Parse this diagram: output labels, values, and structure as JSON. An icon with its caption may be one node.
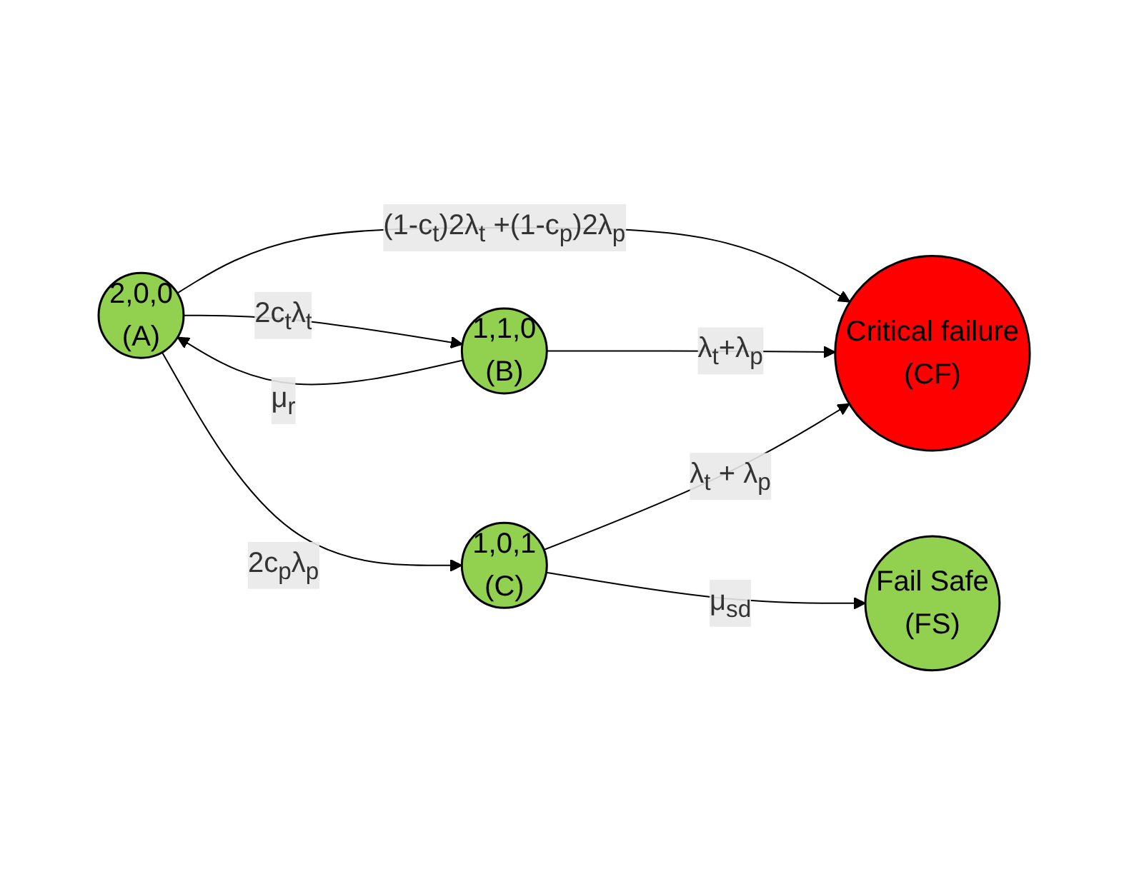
{
  "diagram": {
    "nodes": [
      {
        "text": [
          "2,0,0",
          "(A)"
        ]
      },
      {
        "text": [
          "1,1,0",
          "(B)"
        ]
      },
      {
        "text": [
          "Critical failure",
          "(CF)"
        ]
      },
      {
        "text": [
          "1,0,1",
          "(C)"
        ]
      },
      {
        "text": [
          "Fail Safe",
          "(FS)"
        ]
      }
    ],
    "edges": [
      {
        "from": 0,
        "to": 2,
        "arrow": "to",
        "label": "(1-c$_{t}$)2λ$_{t}$ +(1-c$_{p}$)2λ$_{p}$"
      },
      {
        "from": 0,
        "to": 1,
        "arrow": "to",
        "label": "2c$_{t}$λ$_{t}$"
      },
      {
        "from": 1,
        "to": 0,
        "arrow": "to",
        "label": "μ$_{r}$"
      },
      {
        "from": 1,
        "to": 2,
        "arrow": "to",
        "label": "λ$_{t}$+λ$_{p}$"
      },
      {
        "from": 0,
        "to": 3,
        "arrow": "to",
        "label": "2c$_{p}$λ$_{p}$"
      },
      {
        "from": 3,
        "to": 2,
        "arrow": "to",
        "label": "λ$_{t}$ + λ$_{p}$"
      },
      {
        "from": 3,
        "to": 4,
        "arrow": "to",
        "label": "μ$_{sd}$"
      }
    ]
  }
}
